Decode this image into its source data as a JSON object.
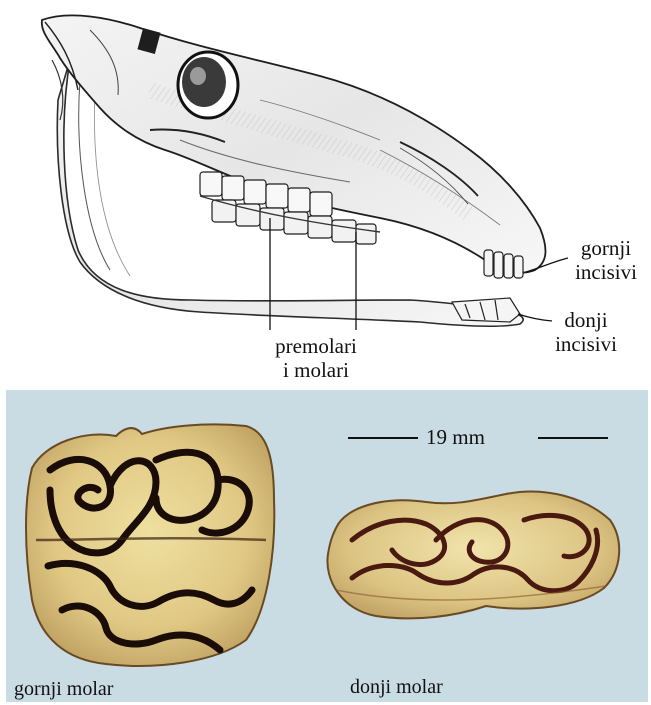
{
  "labels": {
    "upper_incisors": "gornji\nincisivi",
    "lower_incisors": "donji\nincisivi",
    "premolars_molars": "premolari\ni molari",
    "scale": "19 mm",
    "upper_molar": "gornji molar",
    "lower_molar": "donji molar"
  },
  "colors": {
    "photo_background": "#c9dbe3",
    "enamel_dark": "#2a1208",
    "enamel_brown": "#5a1e14",
    "tooth_yellow": "#e3cf8a",
    "tooth_tan": "#c7a766",
    "line": "#111111"
  }
}
